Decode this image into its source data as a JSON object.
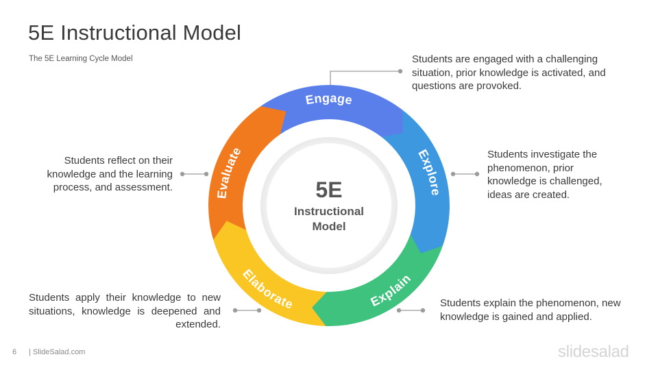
{
  "header": {
    "title": "5E Instructional Model",
    "subtitle": "The 5E Learning Cycle Model"
  },
  "center": {
    "big": "5E",
    "line1": "Instructional",
    "line2": "Model"
  },
  "stages": [
    {
      "label": "Engage",
      "color": "#5B7FEA",
      "description": "Students are engaged with a challenging situation, prior knowledge is activated, and questions are provoked."
    },
    {
      "label": "Explore",
      "color": "#3D98DF",
      "description": "Students investigate the phenomenon, prior knowledge is challenged, ideas are created."
    },
    {
      "label": "Explain",
      "color": "#3FC27D",
      "description": "Students explain the phenomenon, new knowledge is gained and applied."
    },
    {
      "label": "Elaborate",
      "color": "#F9C624",
      "description": "Students apply their knowledge to new situations, knowledge is deepened and extended."
    },
    {
      "label": "Evaluate",
      "color": "#F27A1E",
      "description": "Students reflect on their knowledge and the learning process, and assessment."
    }
  ],
  "footer": {
    "page_number": "6",
    "site": "| SlideSalad.com",
    "brand": "slidesalad"
  }
}
